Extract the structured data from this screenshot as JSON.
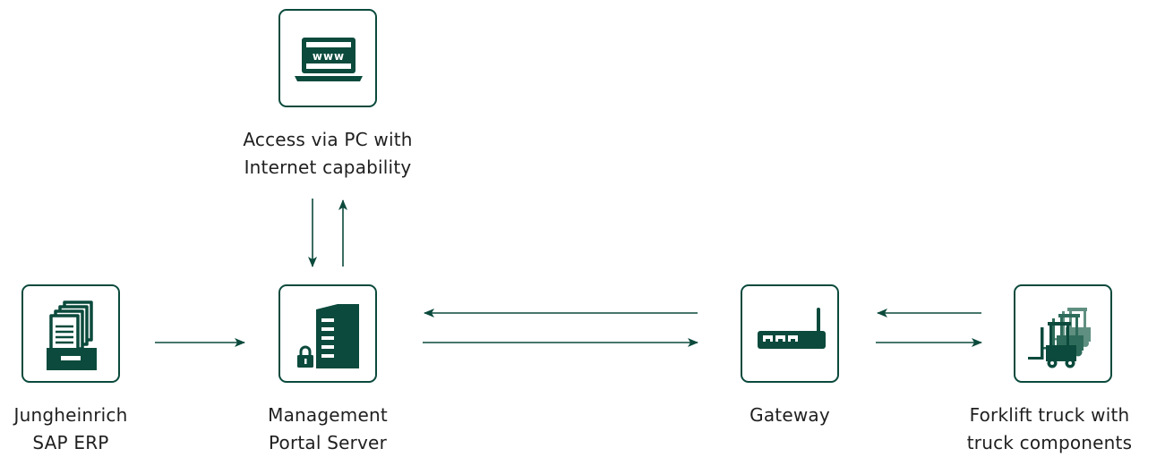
{
  "diagram": {
    "accent_color": "#0b4a3c",
    "nodes": {
      "pc": {
        "icon": "laptop-www-icon",
        "icon_text": "www",
        "label_lines": [
          "Access via PC with",
          "Internet capability"
        ]
      },
      "erp": {
        "icon": "file-cabinet-icon",
        "label_lines": [
          "Jungheinrich",
          "SAP ERP"
        ]
      },
      "server": {
        "icon": "server-lock-icon",
        "label_lines": [
          "Management",
          "Portal Server"
        ]
      },
      "gateway": {
        "icon": "router-icon",
        "label_lines": [
          "Gateway"
        ]
      },
      "forklift": {
        "icon": "forklift-fleet-icon",
        "label_lines": [
          "Forklift truck with",
          "truck components"
        ]
      }
    }
  }
}
